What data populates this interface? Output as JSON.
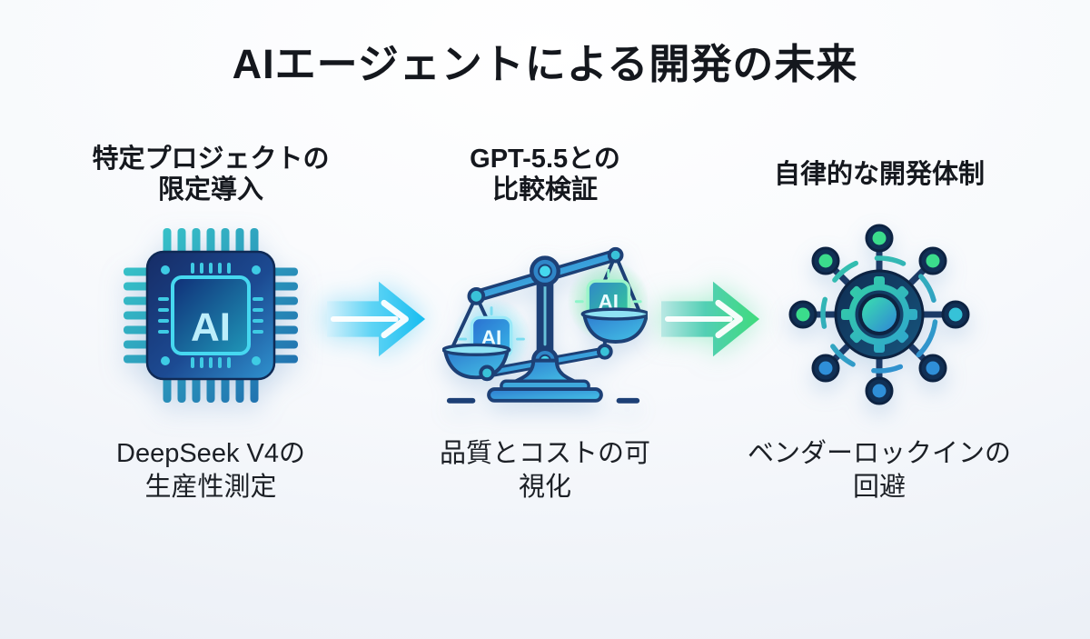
{
  "title": "AIエージェントによる開発の未来",
  "stages": [
    {
      "heading": "特定プロジェクトの\n限定導入",
      "caption": "DeepSeek V4の\n生産性測定",
      "icon": "ai-chip-icon",
      "chip_label": "AI"
    },
    {
      "heading": "GPT-5.5との\n比較検証",
      "caption": "品質とコストの可\n視化",
      "icon": "balance-scale-icon",
      "left_chip_label": "AI",
      "right_chip_label": "AI"
    },
    {
      "heading": "自律的な開発体制",
      "caption": "ベンダーロックインの\n回避",
      "icon": "network-hub-icon"
    }
  ],
  "arrows": [
    {
      "icon": "arrow-right-icon",
      "direction": "right",
      "color_start": "#d6f1fc",
      "color_end": "#18bdf0"
    },
    {
      "icon": "arrow-right-icon",
      "direction": "right",
      "color_start": "#b9e8e4",
      "color_end": "#3fdb7c"
    }
  ],
  "colors": {
    "background_top": "#ffffff",
    "background_edge": "#e7ecf4",
    "title_text": "#14171d",
    "heading_text": "#15181e",
    "caption_text": "#1c2026",
    "icon_navy": "#1b3d74",
    "icon_blue": "#2f86d6",
    "icon_cyan": "#3fd2ea",
    "icon_green": "#3ddc8e",
    "chip_glow_left": "#7ae8f8",
    "chip_glow_right": "#7df0a8"
  }
}
